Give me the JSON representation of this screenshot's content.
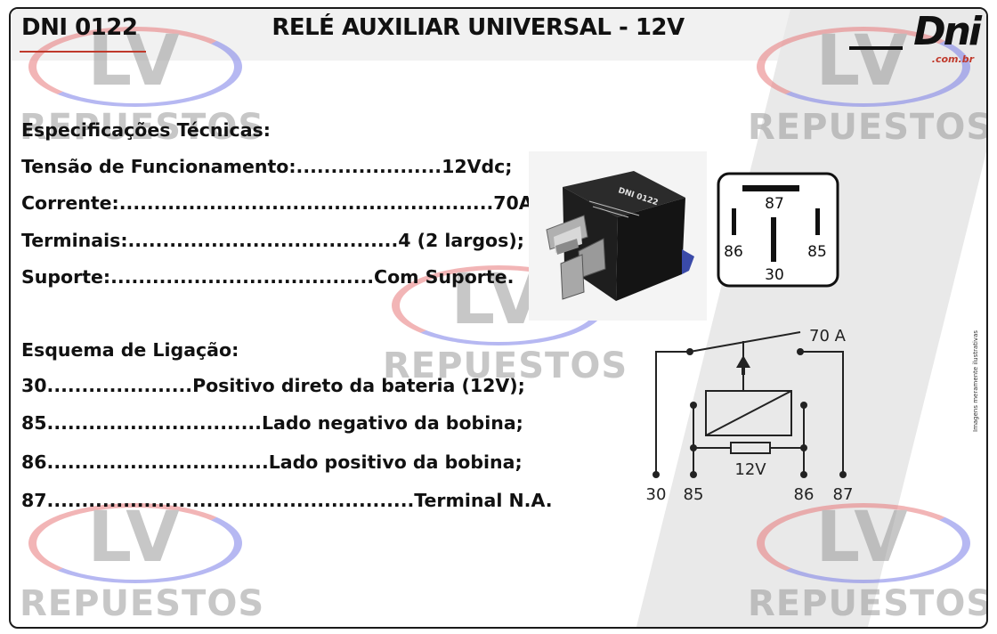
{
  "header": {
    "code": "DNI 0122",
    "title": "RELÉ AUXILIAR UNIVERSAL - 12V",
    "logo_text": "Dni",
    "logo_domain": ".com.br"
  },
  "watermark": {
    "initials": "LV",
    "name": "REPUESTOS"
  },
  "specs": {
    "heading": "Especificações Técnicas:",
    "lines": [
      "Tensão de Funcionamento:.....................12Vdc;",
      "Corrente:......................................................70A;",
      "Terminais:.......................................4 (2 largos);",
      "Suporte:......................................Com Suporte."
    ]
  },
  "wiring": {
    "heading": "Esquema de Ligação:",
    "lines": [
      "30.....................Positivo direto da bateria (12V);",
      "85...............................Lado negativo da bobina;",
      "86................................Lado positivo da bobina;",
      "87.....................................................Terminal N.A."
    ]
  },
  "relay_photo": {
    "label": "DNI 0122"
  },
  "pinout": {
    "pins": [
      "87",
      "86",
      "85",
      "30"
    ]
  },
  "schematic": {
    "current": "70 A",
    "coil_voltage": "12V",
    "terminals": [
      "30",
      "85",
      "86",
      "87"
    ]
  },
  "side_note": "Imagens meramente ilustrativas",
  "colors": {
    "accent_red": "#c0392b",
    "watermark_red": "#e8797b",
    "watermark_blue": "#7b7fe8",
    "watermark_gray": "#9a9a9a"
  }
}
